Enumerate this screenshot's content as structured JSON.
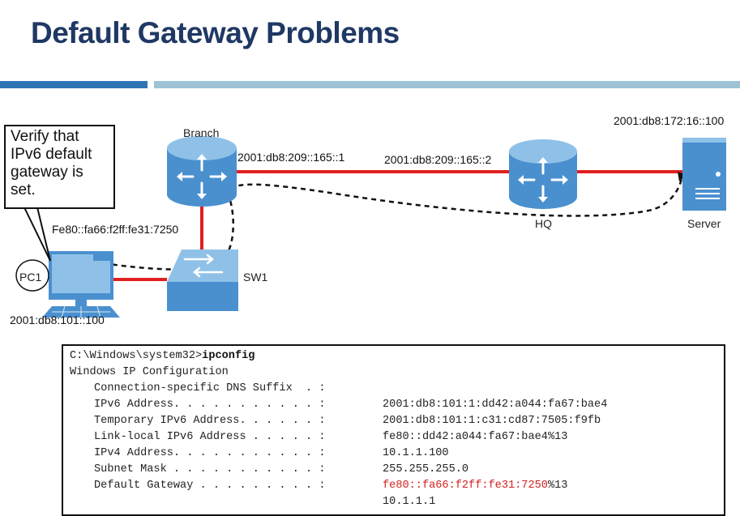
{
  "title": "Default Gateway Problems",
  "callout": {
    "lines": [
      "Verify that",
      "IPv6 default",
      "gateway is",
      "set."
    ]
  },
  "devices": {
    "branch": "Branch",
    "hq": "HQ",
    "server": "Server",
    "sw1": "SW1",
    "pc1": "PC1"
  },
  "addresses": {
    "server": "2001:db8:172:16::100",
    "branch_g0": "2001:db8:209::165::1",
    "hq_g0": "2001:db8:209::165::2",
    "branch_lla": "Fe80::fa66:f2ff:fe31:7250",
    "pc1": "2001:db8:101::100"
  },
  "console": {
    "prompt": "C:\\Windows\\system32>",
    "command": "ipconfig",
    "header": "Windows IP Configuration",
    "rows": [
      {
        "label": "Connection-specific DNS Suffix  . :",
        "value": ""
      },
      {
        "label": "IPv6 Address. . . . . . . . . . . :",
        "value": "2001:db8:101:1:dd42:a044:fa67:bae4"
      },
      {
        "label": "Temporary IPv6 Address. . . . . . :",
        "value": "2001:db8:101:1:c31:cd87:7505:f9fb"
      },
      {
        "label": "Link-local IPv6 Address . . . . . :",
        "value": "fe80::dd42:a044:fa67:bae4%13"
      },
      {
        "label": "IPv4 Address. . . . . . . . . . . :",
        "value": "10.1.1.100"
      },
      {
        "label": "Subnet Mask . . . . . . . . . . . :",
        "value": "255.255.255.0"
      },
      {
        "label": "Default Gateway . . . . . . . . . :",
        "value_red": "fe80::fa66:f2ff:fe31:7250",
        "value_suffix": "%13"
      }
    ],
    "gateway_ipv4": "10.1.1.1"
  },
  "colors": {
    "title": "#1f3864",
    "accent_bar": "#2e75b6",
    "light_bar": "#9dc3d5",
    "link": "#e02020",
    "device": "#4a90cf",
    "highlight": "#d62020"
  }
}
